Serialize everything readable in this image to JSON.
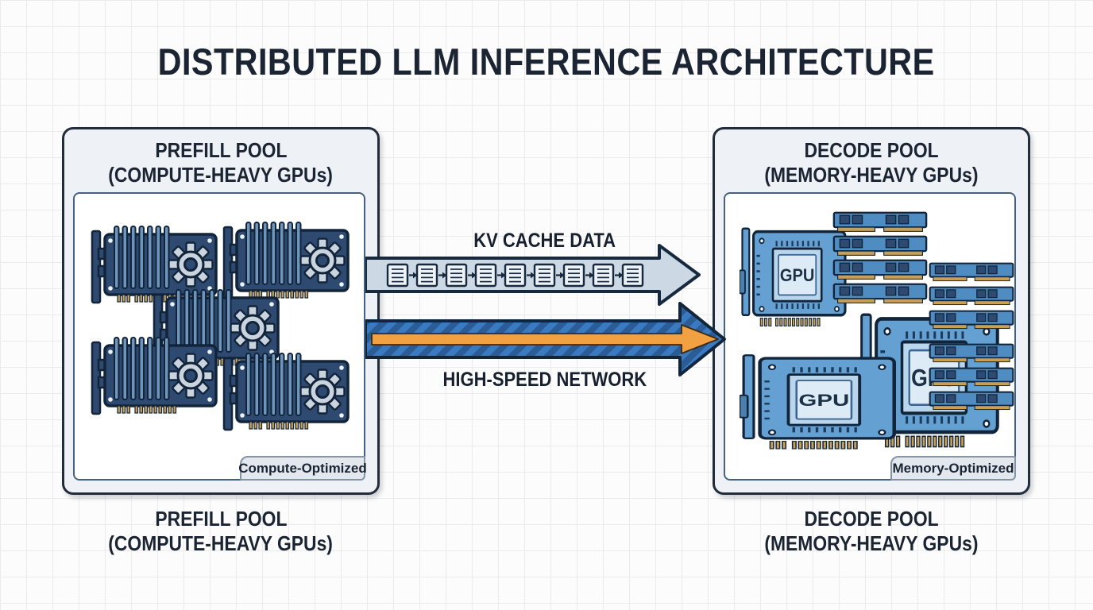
{
  "title": "DISTRIBUTED LLM INFERENCE ARCHITECTURE",
  "prefill_pool": {
    "header_line1": "PREFILL POOL",
    "header_line2": "(COMPUTE-HEAVY GPUs)",
    "badge_label": "Compute-Optimized",
    "caption_line1": "PREFILL POOL",
    "caption_line2": "(COMPUTE-HEAVY GPUs)",
    "gpu_count": 5
  },
  "decode_pool": {
    "header_line1": "DECODE POOL",
    "header_line2": "(MEMORY-HEAVY GPUs)",
    "badge_label": "Memory-Optimized",
    "caption_line1": "DECODE POOL",
    "caption_line2": "(MEMORY-HEAVY GPUs)",
    "gpu_chip_label": "GPU",
    "gpu_count": 3
  },
  "flows": {
    "kv_cache_label": "KV CACHE DATA",
    "network_label": "HIGH-SPEED NETWORK",
    "kv_packet_count": 9
  },
  "colors": {
    "pcb_navy": "#2e4a70",
    "memory_card_blue": "#64a0d1",
    "ram_stick_blue": "#4f8cc2",
    "pin_gold": "#c79f56",
    "kv_arrow_fill": "#ccd8e4",
    "network_blue": "#3a7ac0",
    "network_stripe": "#2b5c95",
    "network_orange": "#f2a142",
    "outline_dark": "#12243a"
  }
}
